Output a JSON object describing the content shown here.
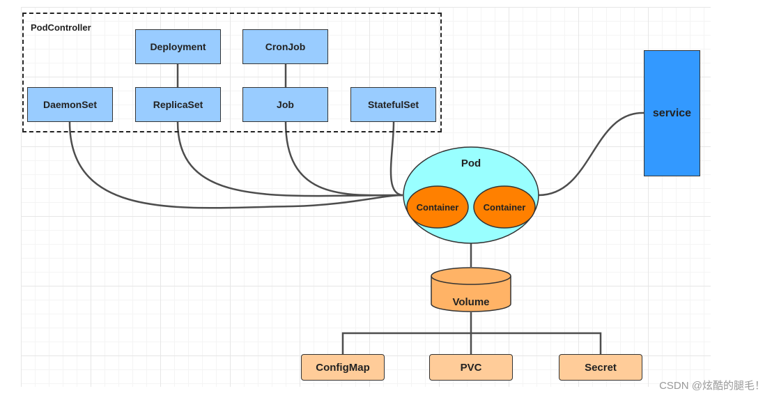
{
  "group": {
    "label": "PodController"
  },
  "controllers": {
    "deployment": "Deployment",
    "cronjob": "CronJob",
    "daemonset": "DaemonSet",
    "replicaset": "ReplicaSet",
    "job": "Job",
    "statefulset": "StatefulSet"
  },
  "pod": {
    "label": "Pod",
    "container1": "Container",
    "container2": "Container"
  },
  "service": {
    "label": "service"
  },
  "volume": {
    "label": "Volume"
  },
  "storage": {
    "configmap": "ConfigMap",
    "pvc": "PVC",
    "secret": "Secret"
  },
  "watermark": "CSDN @炫酷的腿毛！",
  "colors": {
    "controller_fill": "#99ccff",
    "pod_fill": "#99ffff",
    "container_fill": "#ff8000",
    "service_fill": "#3399ff",
    "volume_fill": "#ffb366",
    "storage_fill": "#ffcc99",
    "line": "#4d4d4d"
  }
}
